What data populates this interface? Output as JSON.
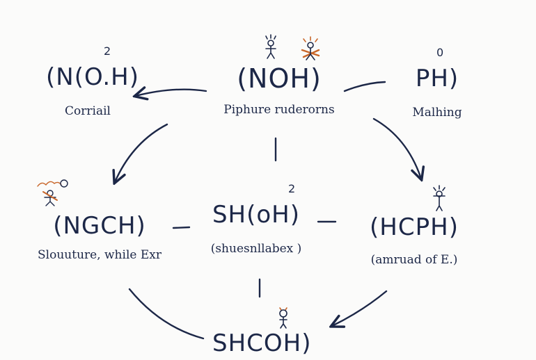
{
  "colors": {
    "ink": "#1c2747",
    "accent": "#c8662a",
    "background": "#fbfbfa"
  },
  "nodes": {
    "top_left": {
      "formula": "(N(O.H)",
      "label": "Corriail",
      "sup": "2"
    },
    "top_center": {
      "formula": "(NOH)",
      "label": "Piphure ruderorns"
    },
    "top_right": {
      "formula": "PH)",
      "label": "Malhing",
      "sup": "0"
    },
    "middle_left": {
      "formula": "(NGCH)",
      "label": "Slouuture, while Exr"
    },
    "center": {
      "formula": "SH(oH)",
      "label": "(shuesnllabex )",
      "sup": "2"
    },
    "middle_right": {
      "formula": "(HCPH)",
      "label": "(amruad of E.)"
    },
    "bottom": {
      "formula": "SHCOH)"
    }
  },
  "doodles": [
    "stick-figure-icon",
    "stick-figure-icon",
    "stick-figure-icon",
    "stick-figure-icon",
    "stick-figure-icon"
  ]
}
